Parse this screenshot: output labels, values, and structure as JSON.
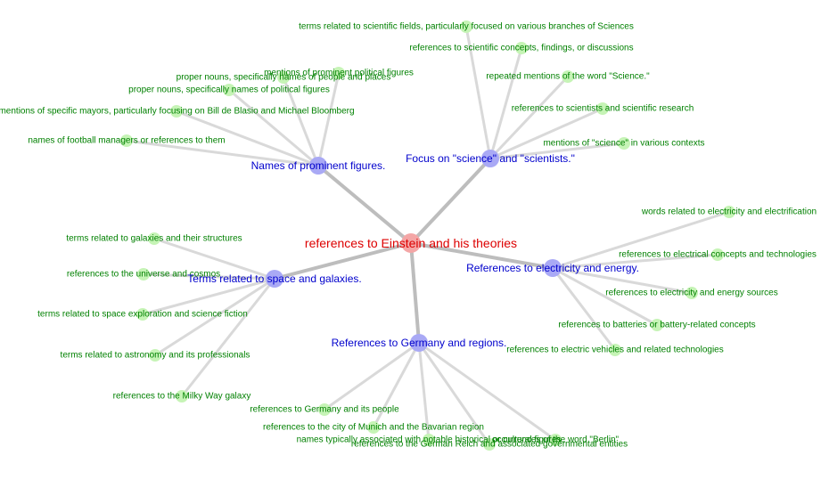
{
  "root": {
    "id": "root",
    "label": "references to Einstein and his theories"
  },
  "hubs": [
    {
      "id": "figures",
      "label": "Names of prominent figures."
    },
    {
      "id": "science",
      "label": "Focus on \"science\" and \"scientists.\""
    },
    {
      "id": "space",
      "label": "Terms related to space and galaxies."
    },
    {
      "id": "electricity",
      "label": "References to electricity and energy."
    },
    {
      "id": "germany",
      "label": "References to Germany and regions."
    }
  ],
  "leaves": [
    {
      "id": "fig1",
      "hub": "figures",
      "label": "mentions of prominent political figures"
    },
    {
      "id": "fig2",
      "hub": "figures",
      "label": "proper nouns, specifically names of people and places"
    },
    {
      "id": "fig3",
      "hub": "figures",
      "label": "proper nouns, specifically names of political figures"
    },
    {
      "id": "fig4",
      "hub": "figures",
      "label": "mentions of specific mayors, particularly focusing on Bill de Blasio and Michael Bloomberg"
    },
    {
      "id": "fig5",
      "hub": "figures",
      "label": "names of football managers or references to them"
    },
    {
      "id": "sci1",
      "hub": "science",
      "label": "terms related to scientific fields, particularly focused on various branches of Sciences"
    },
    {
      "id": "sci2",
      "hub": "science",
      "label": "references to scientific concepts, findings, or discussions"
    },
    {
      "id": "sci3",
      "hub": "science",
      "label": "repeated mentions of the word \"Science.\""
    },
    {
      "id": "sci4",
      "hub": "science",
      "label": "references to scientists and scientific research"
    },
    {
      "id": "sci5",
      "hub": "science",
      "label": "mentions of \"science\" in various contexts"
    },
    {
      "id": "spa1",
      "hub": "space",
      "label": "terms related to galaxies and their structures"
    },
    {
      "id": "spa2",
      "hub": "space",
      "label": "references to the universe and cosmos"
    },
    {
      "id": "spa3",
      "hub": "space",
      "label": "terms related to space exploration and science fiction"
    },
    {
      "id": "spa4",
      "hub": "space",
      "label": "terms related to astronomy and its professionals"
    },
    {
      "id": "spa5",
      "hub": "space",
      "label": "references to the Milky Way galaxy"
    },
    {
      "id": "ele1",
      "hub": "electricity",
      "label": "words related to electricity and electrification"
    },
    {
      "id": "ele2",
      "hub": "electricity",
      "label": "references to electrical concepts and technologies"
    },
    {
      "id": "ele3",
      "hub": "electricity",
      "label": "references to electricity and energy sources"
    },
    {
      "id": "ele4",
      "hub": "electricity",
      "label": "references to batteries or battery-related concepts"
    },
    {
      "id": "ele5",
      "hub": "electricity",
      "label": "references to electric vehicles and related technologies"
    },
    {
      "id": "ger1",
      "hub": "germany",
      "label": "references to Germany and its people"
    },
    {
      "id": "ger2",
      "hub": "germany",
      "label": "references to the city of Munich and the Bavarian region"
    },
    {
      "id": "ger3",
      "hub": "germany",
      "label": "names typically associated with notable historical or cultural figures"
    },
    {
      "id": "ger4",
      "hub": "germany",
      "label": "references to the German Reich and associated governmental entities"
    },
    {
      "id": "ger5",
      "hub": "germany",
      "label": "occurrences of the word \"Berlin\""
    }
  ],
  "colors": {
    "root_text": "#dd0000",
    "hub_text": "#0000cc",
    "leaf_text": "#008000",
    "root_dot": "#f4a6a6",
    "hub_dot": "#a9a9f5",
    "leaf_dot": "#c6f4b6",
    "edge": "#c8c8c8"
  }
}
